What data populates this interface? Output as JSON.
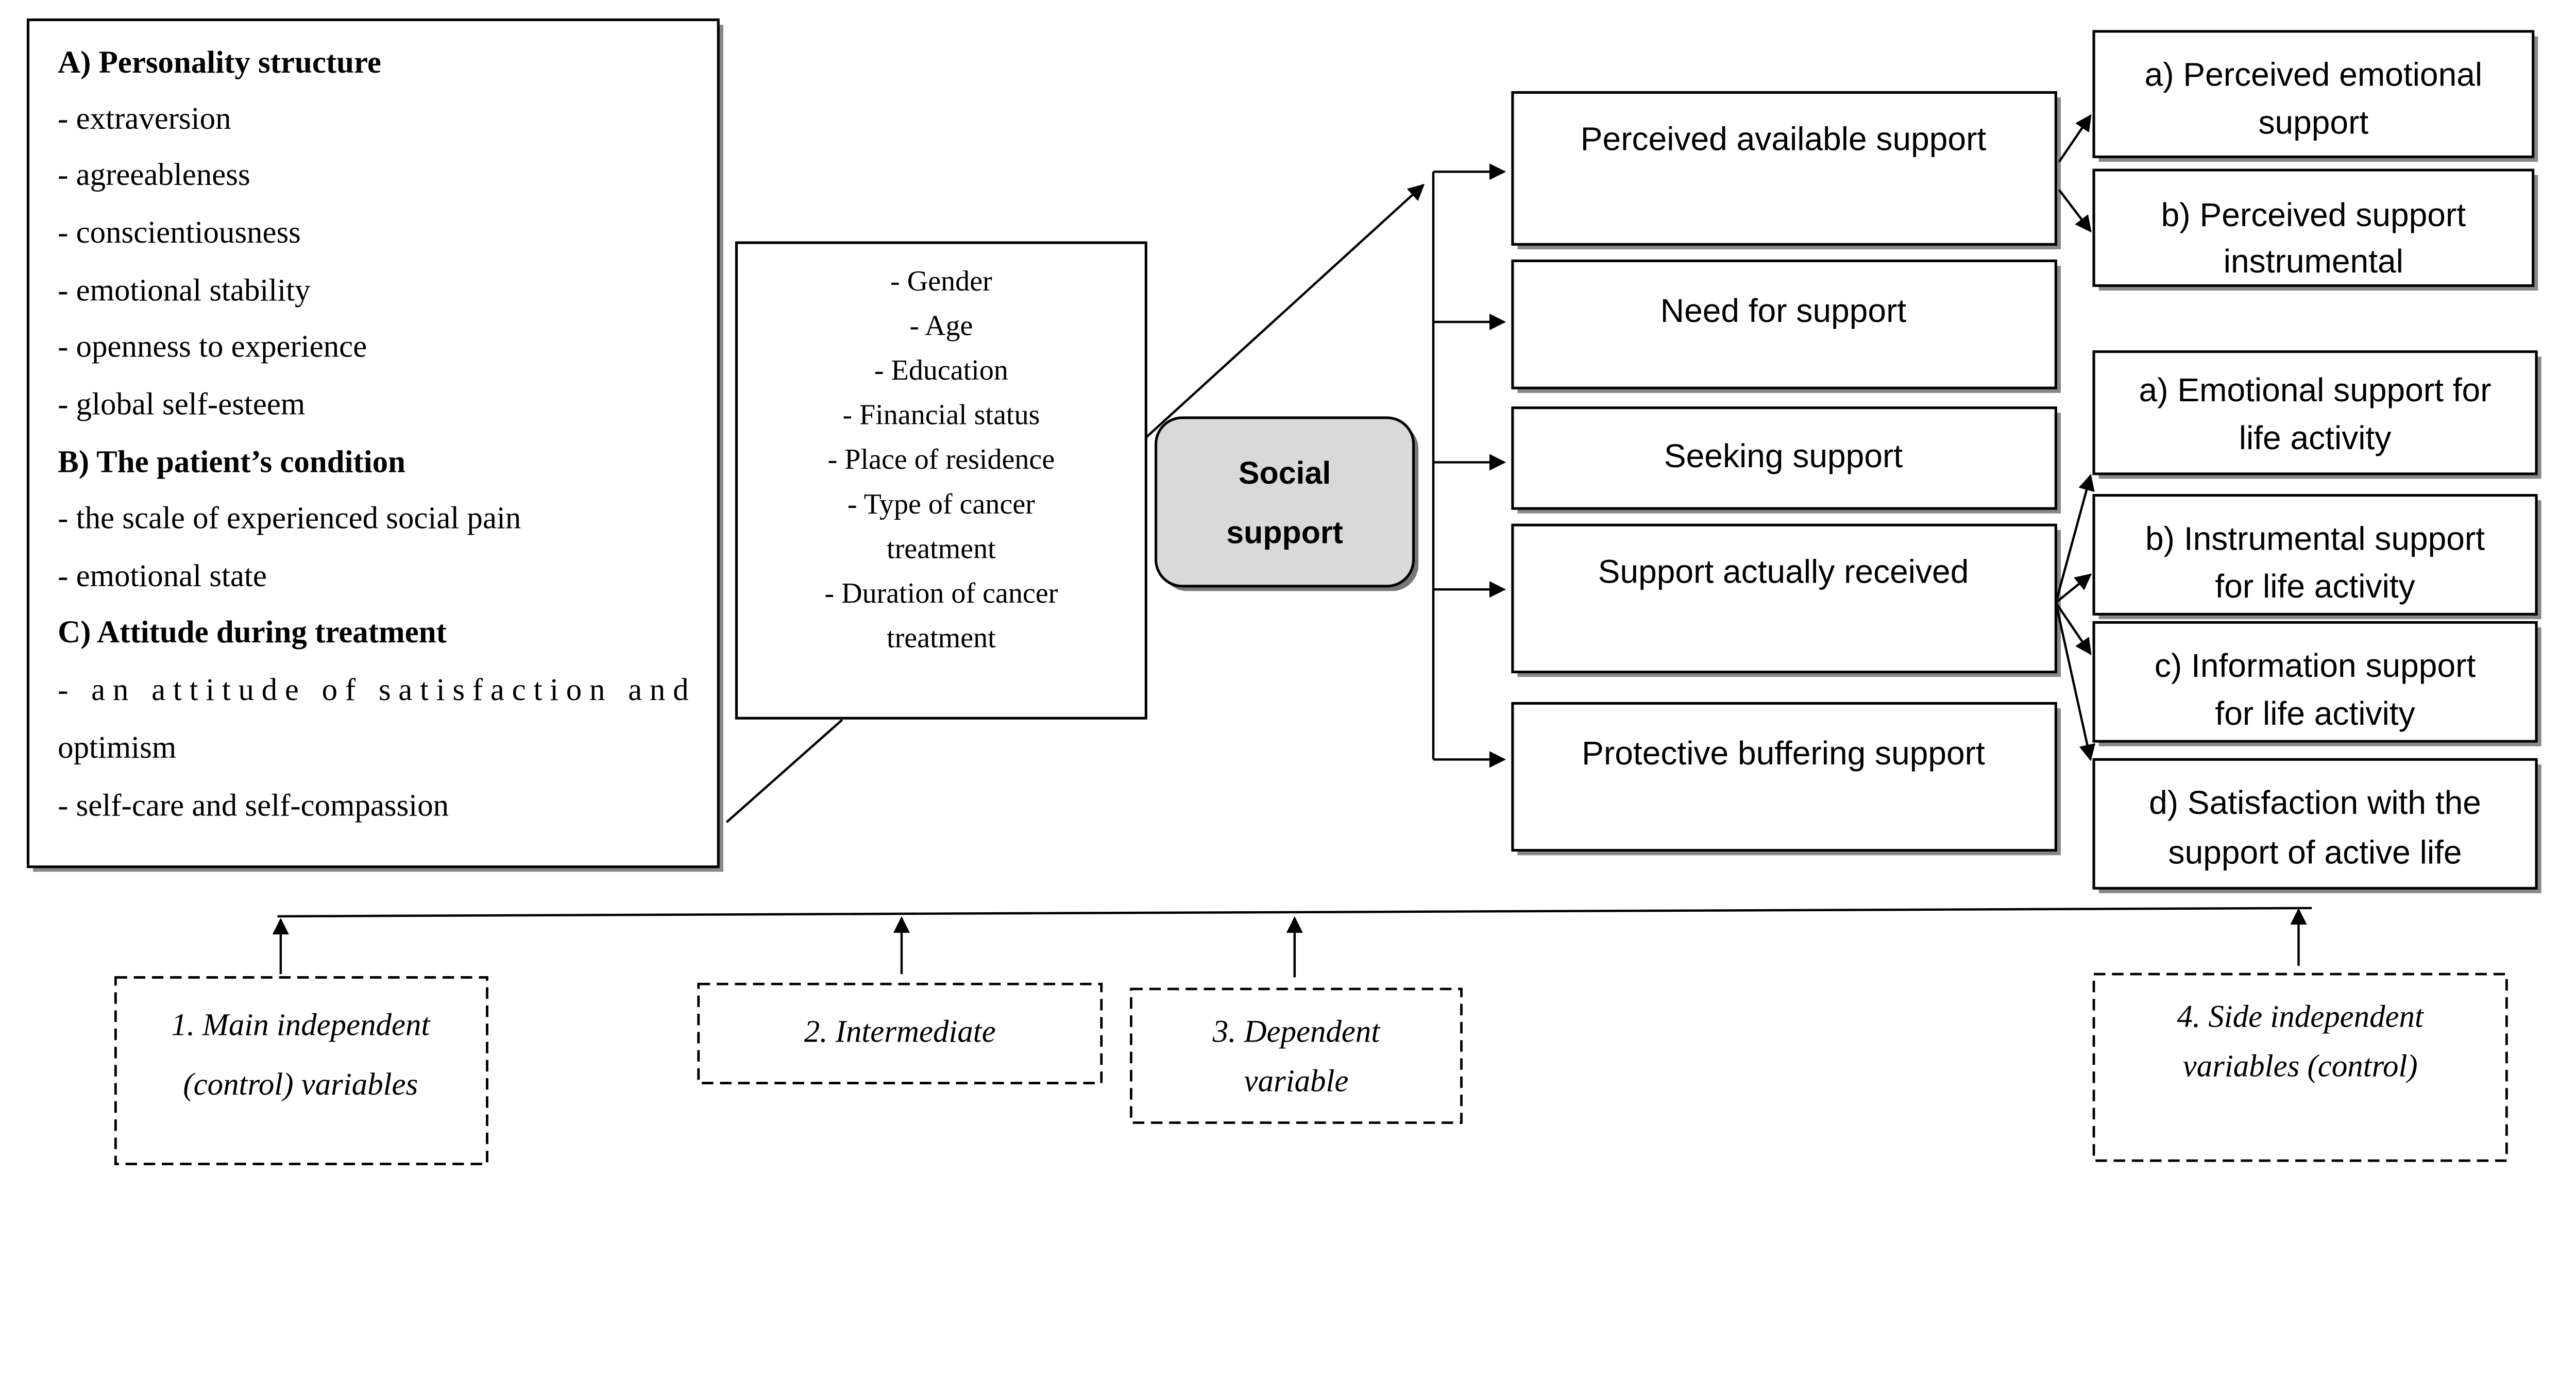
{
  "main_box": {
    "heading_a": "A) Personality structure",
    "a_items": [
      "- extraversion",
      "- agreeableness",
      "- conscientiousness",
      "- emotional stability",
      "- openness to experience",
      "- global self-esteem"
    ],
    "heading_b": "B) The patient’s condition",
    "b_items": [
      "- the scale of experienced social pain",
      "- emotional state"
    ],
    "heading_c": "C) Attitude during treatment",
    "c_items": [
      "- an attitude of satisfaction and",
      "optimism",
      "- self-care and self-compassion"
    ]
  },
  "side_box": {
    "lines": [
      "- Gender",
      "- Age",
      "- Education",
      "- Financial status",
      "- Place of residence",
      "- Type of cancer",
      "treatment",
      "- Duration of cancer",
      "treatment"
    ]
  },
  "center": {
    "line1": "Social",
    "line2": "support",
    "fill": "#d9d9d9"
  },
  "support_types": [
    "Perceived available support",
    "Need for support",
    "Seeking support",
    "Support actually received",
    "Protective buffering support"
  ],
  "perceived_subtypes": [
    [
      "a) Perceived emotional",
      "support"
    ],
    [
      "b) Perceived support",
      "instrumental"
    ]
  ],
  "received_subtypes": [
    [
      "a) Emotional support for",
      "life activity"
    ],
    [
      "b) Instrumental support",
      "for life activity"
    ],
    [
      "c) Information support",
      "for life activity"
    ],
    [
      "d) Satisfaction with the",
      "support of active life"
    ]
  ],
  "legend": [
    [
      "1. Main independent",
      "(control) variables"
    ],
    [
      "2. Intermediate"
    ],
    [
      "3. Dependent",
      "variable"
    ],
    [
      "4. Side independent",
      "variables (control)"
    ]
  ]
}
